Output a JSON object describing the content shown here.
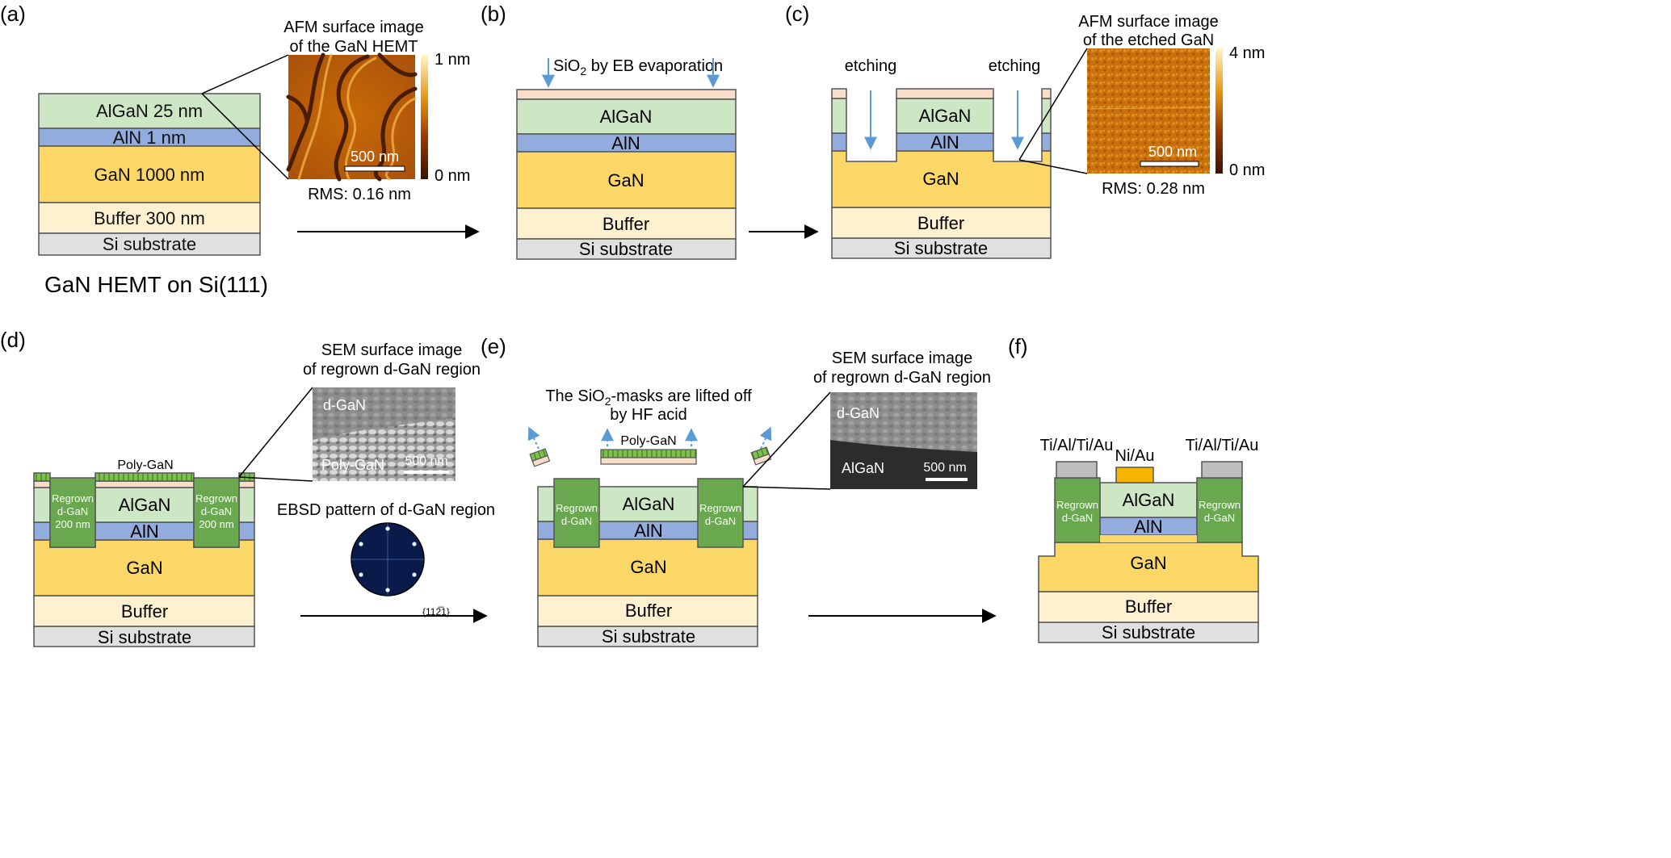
{
  "panels": {
    "a": {
      "letter": "(a)",
      "layers": {
        "algan": "AlGaN 25 nm",
        "aln": "AlN 1 nm",
        "gan": "GaN 1000 nm",
        "buffer": "Buffer 300 nm",
        "si": "Si substrate"
      },
      "caption": "GaN HEMT on Si(111)",
      "afm_title_1": "AFM surface image",
      "afm_title_2": "of the GaN HEMT",
      "scale_max": "1 nm",
      "scale_min": "0 nm",
      "scalebar": "500 nm",
      "rms": "RMS: 0.16 nm"
    },
    "b": {
      "letter": "(b)",
      "deposit_main": "SiO",
      "deposit_sub": "2",
      "deposit_rest": " by EB evaporation",
      "layers": {
        "algan": "AlGaN",
        "aln": "AlN",
        "gan": "GaN",
        "buffer": "Buffer",
        "si": "Si substrate"
      }
    },
    "c": {
      "letter": "(c)",
      "etch_left": "etching",
      "etch_right": "etching",
      "layers": {
        "algan": "AlGaN",
        "aln": "AlN",
        "gan": "GaN",
        "buffer": "Buffer",
        "si": "Si substrate"
      },
      "afm_title_1": "AFM surface image",
      "afm_title_2": "of the etched GaN",
      "scale_max": "4 nm",
      "scale_min": "0 nm",
      "scalebar": "500 nm",
      "rms": "RMS: 0.28 nm"
    },
    "d": {
      "letter": "(d)",
      "poly": "Poly-GaN",
      "regrown_1": "Regrown",
      "regrown_2": "d-GaN",
      "regrown_3": "200 nm",
      "layers": {
        "algan": "AlGaN",
        "aln": "AlN",
        "gan": "GaN",
        "buffer": "Buffer",
        "si": "Si substrate"
      },
      "sem_title_1": "SEM surface image",
      "sem_title_2": "of regrown d-GaN region",
      "sem_top": "d-GaN",
      "sem_bottom": "Poly-GaN",
      "scalebar": "500 nm",
      "ebsd_title": "EBSD pattern of d-GaN region",
      "ebsd_index": "{112̅1}"
    },
    "e": {
      "letter": "(e)",
      "lift_1a": "The SiO",
      "lift_1sub": "2",
      "lift_1b": "-masks are lifted off",
      "lift_2": "by HF acid",
      "poly": "Poly-GaN",
      "regrown_1": "Regrown",
      "regrown_2": "d-GaN",
      "layers": {
        "algan": "AlGaN",
        "aln": "AlN",
        "gan": "GaN",
        "buffer": "Buffer",
        "si": "Si substrate"
      },
      "sem_title_1": "SEM surface image",
      "sem_title_2": "of regrown d-GaN region",
      "sem_top": "d-GaN",
      "sem_bottom": "AlGaN",
      "scalebar": "500 nm"
    },
    "f": {
      "letter": "(f)",
      "contact_left": "Ti/Al/Ti/Au",
      "contact_gate": "Ni/Au",
      "contact_right": "Ti/Al/Ti/Au",
      "regrown_1": "Regrown",
      "regrown_2": "d-GaN",
      "layers": {
        "algan": "AlGaN",
        "aln": "AlN",
        "gan": "GaN",
        "buffer": "Buffer",
        "si": "Si substrate"
      }
    }
  },
  "colors": {
    "algan": "#cde6c4",
    "aln": "#92acdd",
    "gan": "#fbd767",
    "buffer": "#fdf1cf",
    "si": "#e0e0e0",
    "sio2": "#f8ddc9",
    "regrown": "#6aa84f",
    "arrow_blue": "#5b9bd5",
    "contact_gray": "#bdbdbd",
    "gate_gold": "#f5b400"
  }
}
